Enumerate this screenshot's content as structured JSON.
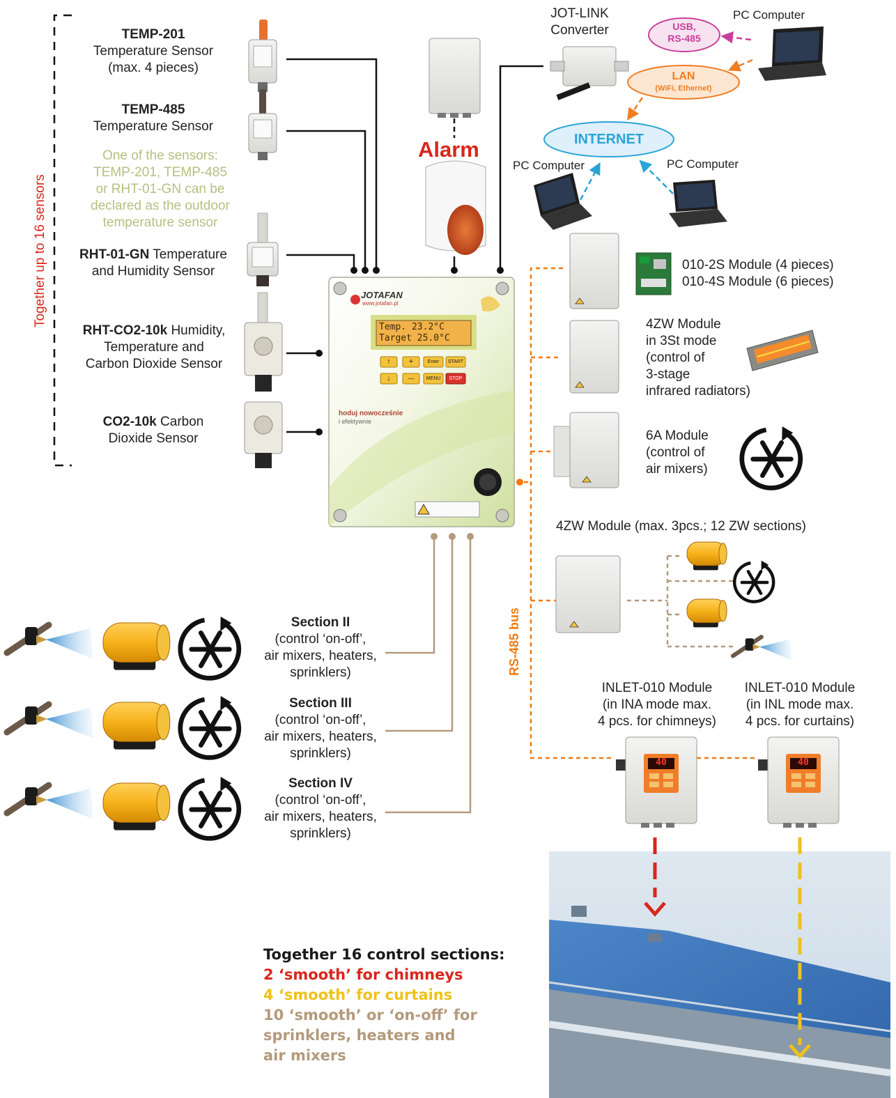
{
  "colors": {
    "accent_orange": "#ef7b12",
    "alarm_red": "#d8271d",
    "smooth_chimney_red": "#d8271d",
    "smooth_curtain_yellow": "#efc11a",
    "section_brown": "#b39a7c",
    "internet_blue": "#2aa4d6",
    "usb_magenta": "#c8409a",
    "lan_orange": "#f07d22",
    "outdoor_note_green": "#b5c082",
    "sensor_bracket_red": "#d8271d"
  },
  "sensors": {
    "bracket_label": "Together up to 16 sensors",
    "temp201": {
      "name": "TEMP-201",
      "desc1": "Temperature Sensor",
      "desc2": "(max. 4 pieces)"
    },
    "temp485": {
      "name": "TEMP-485",
      "desc1": "Temperature Sensor"
    },
    "outdoor_note": [
      "One of the sensors:",
      "TEMP-201, TEMP-485",
      "or RHT-01-GN can be",
      "declared as the outdoor",
      "temperature sensor"
    ],
    "rht01": {
      "name": "RHT-01-GN",
      "desc1": " Temperature",
      "desc2": "and Humidity Sensor"
    },
    "rhtco2": {
      "name": "RHT-CO2-10k",
      "desc1": " Humidity,",
      "desc2": "Temperature and",
      "desc3": "Carbon Dioxide Sensor"
    },
    "co2": {
      "name": "CO2-10k",
      "desc1": " Carbon",
      "desc2": "Dioxide Sensor"
    }
  },
  "controller": {
    "brand": "JOTAFAN",
    "url": "www.jotafan.pl",
    "lcd_line1": "Temp.   23.2°C",
    "lcd_line2": "Target  25.0°C",
    "slogan1": "hoduj nowocześnie",
    "slogan2": "i efektywnie",
    "keys": {
      "up": "↑",
      "plus": "+",
      "enter": "Enter",
      "start": "START",
      "down": "↓",
      "minus": "—",
      "menu": "MENU",
      "stop": "STOP"
    }
  },
  "alarm": {
    "label": "Alarm"
  },
  "network": {
    "jotlink1": "JOT-LINK",
    "jotlink2": "Converter",
    "usb1": "USB,",
    "usb2": "RS-485",
    "lan": "LAN",
    "lan_sub": "(WiFi, Ethernet)",
    "internet": "INTERNET",
    "pc_top": "PC Computer",
    "pc_left": "PC Computer",
    "pc_right": "PC Computer"
  },
  "modules": {
    "m010_1": "010-2S Module (4 pieces)",
    "m010_2": "010-4S Module (6 pieces)",
    "zw3st": [
      "4ZW Module",
      "in 3St mode",
      "(control of",
      "3-stage",
      "infrared radiators)"
    ],
    "m6a": [
      "6A Module",
      "(control of",
      "air mixers)"
    ],
    "zw_heading": "4ZW Module (max. 3pcs.; 12 ZW sections)",
    "rs485_label": "RS-485 bus",
    "inlet_ina": [
      "INLET-010 Module",
      "(in INA mode max.",
      "4 pcs. for chimneys)"
    ],
    "inlet_inl": [
      "INLET-010 Module",
      "(in INL mode max.",
      "4 pcs. for curtains)"
    ],
    "inlet_display": "40"
  },
  "sections": [
    {
      "title": "Section II",
      "l1": "(control ‘on-off’,",
      "l2": "air mixers, heaters,",
      "l3": "sprinklers)"
    },
    {
      "title": "Section III",
      "l1": "(control ‘on-off’,",
      "l2": "air mixers, heaters,",
      "l3": "sprinklers)"
    },
    {
      "title": "Section IV",
      "l1": "(control ‘on-off’,",
      "l2": "air mixers, heaters,",
      "l3": "sprinklers)"
    }
  ],
  "summary": {
    "title": "Together 16 control sections:",
    "chimneys": "2 ‘smooth’ for chimneys",
    "curtains": "4 ‘smooth’ for curtains",
    "rest1": "10 ‘smooth’ or ‘on-off’ for",
    "rest2": "sprinklers, heaters and",
    "rest3": "air mixers"
  }
}
